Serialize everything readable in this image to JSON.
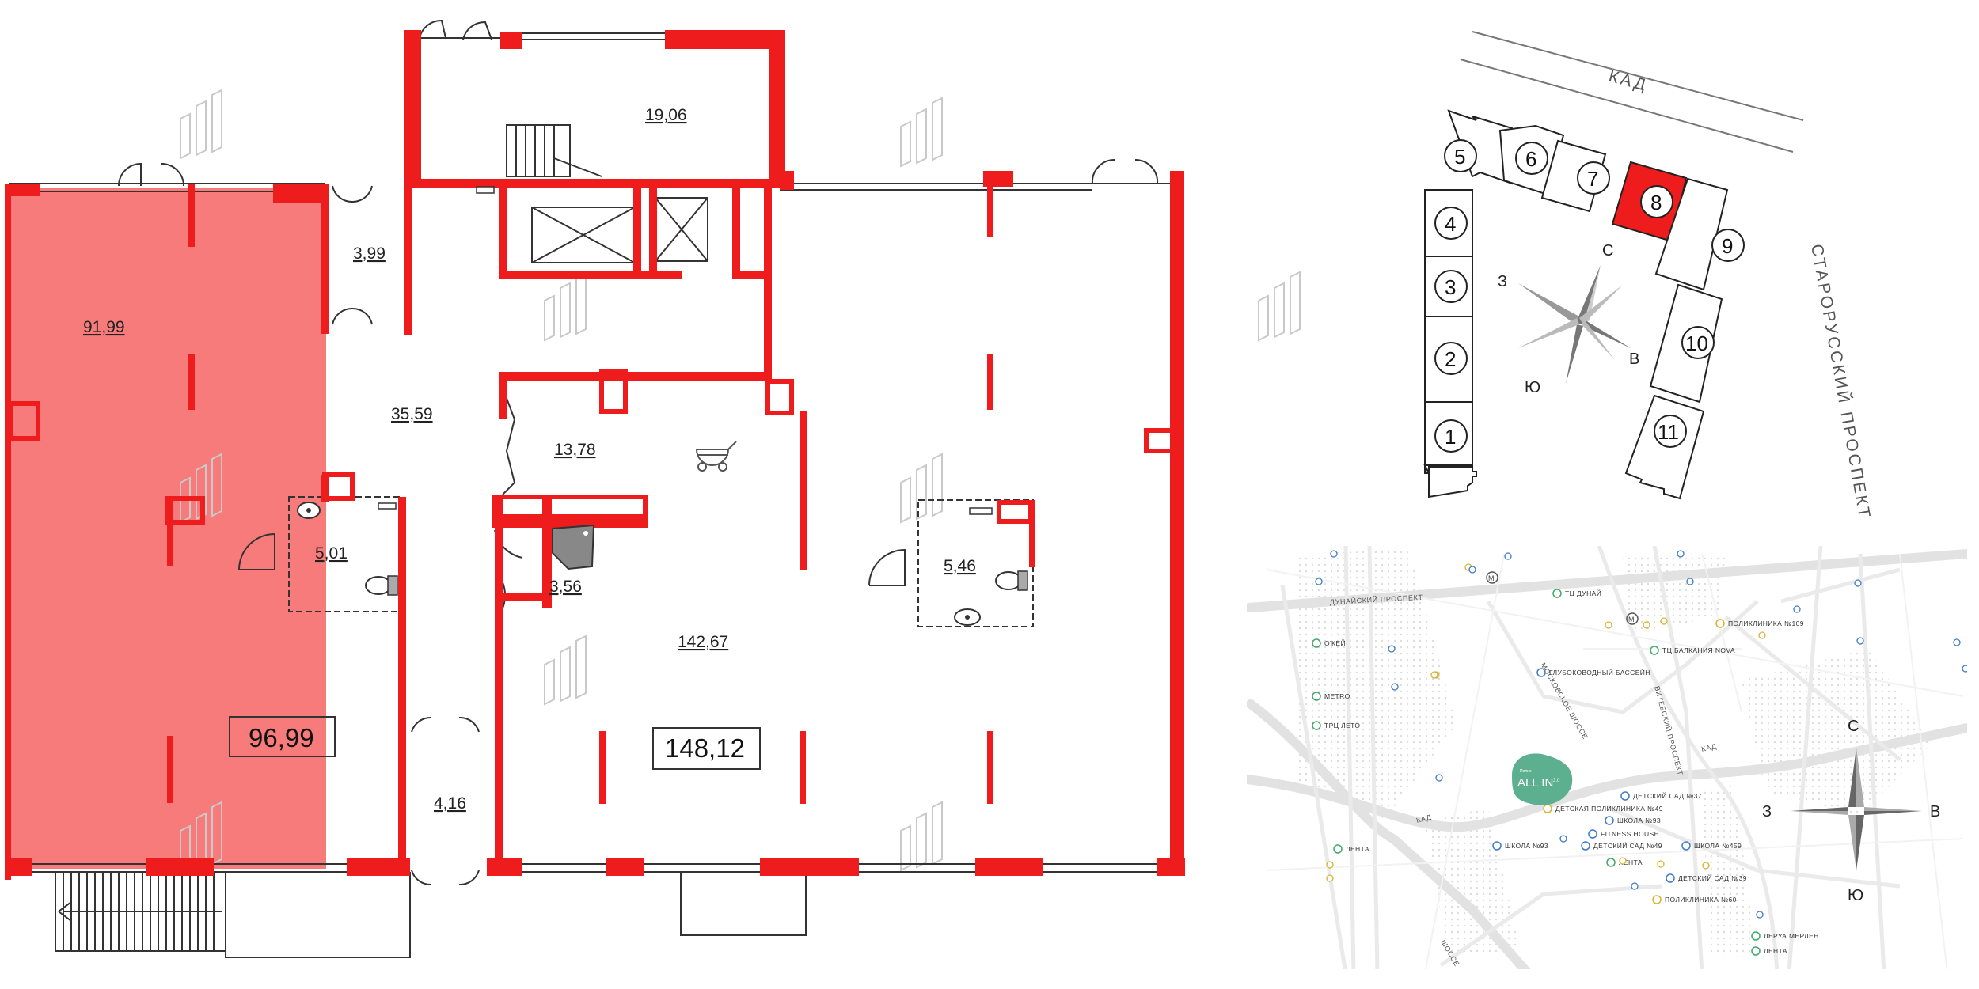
{
  "floor_plan": {
    "rooms": [
      {
        "id": "r1",
        "label": "91,99"
      },
      {
        "id": "r2",
        "label": "3,99"
      },
      {
        "id": "r3",
        "label": "19,06"
      },
      {
        "id": "r4",
        "label": "35,59"
      },
      {
        "id": "r5",
        "label": "13,78"
      },
      {
        "id": "r6",
        "label": "5,01"
      },
      {
        "id": "r7",
        "label": "3,56"
      },
      {
        "id": "r8",
        "label": "5,46"
      },
      {
        "id": "r9",
        "label": "142,67"
      },
      {
        "id": "r10",
        "label": "4,16"
      }
    ],
    "unit_totals": {
      "selected": "96,99",
      "neighbor": "148,12"
    },
    "colors": {
      "wall": "#ee1c1c",
      "selected_fill": "#f77b7b",
      "line": "#333333"
    }
  },
  "key_plan": {
    "road": "КАД",
    "avenue": "СТАРОРУССКИЙ ПРОСПЕКТ",
    "sections": [
      "1",
      "2",
      "3",
      "4",
      "5",
      "6",
      "7",
      "8",
      "9",
      "10",
      "11"
    ],
    "active_section": "8",
    "compass": {
      "n": "С",
      "s": "Ю",
      "w": "З",
      "e": "В"
    }
  },
  "location_map": {
    "project_badge": {
      "brand": "Полис",
      "name": "ALL IN",
      "suffix": "3.0",
      "color": "#5cb090"
    },
    "street_labels": [
      "ДУНАЙСКИЙ ПРОСПЕКТ",
      "КАД",
      "КАД",
      "МОСКОВСКОЕ ШОССЕ",
      "ВИТЕБСКИЙ ПРОСПЕКТ",
      "ШОССЕ"
    ],
    "pois": [
      {
        "label": "ТЦ ДУНАЙ",
        "kind": "shop"
      },
      {
        "label": "ПОЛИКЛИНИКА №109",
        "kind": "medical"
      },
      {
        "label": "О'КЕЙ",
        "kind": "shop"
      },
      {
        "label": "ТЦ БАЛКАНИЯ NOVA",
        "kind": "shop"
      },
      {
        "label": "ГЛУБОКОВОДНЫЙ БАССЕЙН",
        "kind": "sport"
      },
      {
        "label": "METRO",
        "kind": "shop"
      },
      {
        "label": "ТРЦ ЛЕТО",
        "kind": "shop"
      },
      {
        "label": "ДЕТСКИЙ САД №37",
        "kind": "school"
      },
      {
        "label": "ДЕТСКАЯ ПОЛИКЛИНИКА №49",
        "kind": "medical"
      },
      {
        "label": "ШКОЛА №93",
        "kind": "school"
      },
      {
        "label": "FITNESS HOUSE",
        "kind": "sport"
      },
      {
        "label": "ЛЕНТА",
        "kind": "shop"
      },
      {
        "label": "ШКОЛА №93",
        "kind": "school"
      },
      {
        "label": "ДЕТСКИЙ САД №49",
        "kind": "school"
      },
      {
        "label": "ШКОЛА №459",
        "kind": "school"
      },
      {
        "label": "ЛЕНТА",
        "kind": "shop"
      },
      {
        "label": "ДЕТСКИЙ САД №39",
        "kind": "school"
      },
      {
        "label": "ПОЛИКЛИНИКА №60",
        "kind": "medical"
      },
      {
        "label": "ЛЕРУА МЕРЛЕН",
        "kind": "shop"
      },
      {
        "label": "ЛЕНТА",
        "kind": "shop"
      }
    ],
    "metro_icon": "metro-icon",
    "compass": {
      "n": "С",
      "s": "Ю",
      "w": "З",
      "e": "В"
    }
  }
}
